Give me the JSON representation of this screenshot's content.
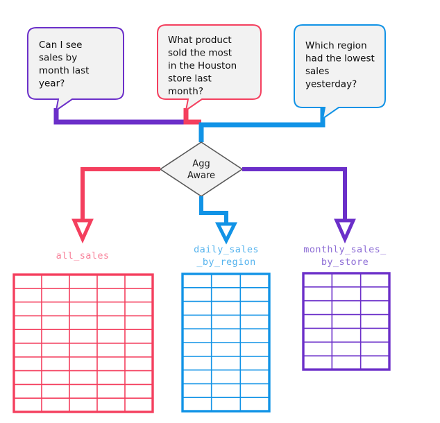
{
  "diagram": {
    "title": "Agg Aware query routing diagram",
    "background": "#ffffff",
    "decision": {
      "label_line1": "Agg",
      "label_line2": "Aware",
      "fill": "#f2f2f2",
      "stroke": "#595959"
    },
    "questions": [
      {
        "id": "question-month-sales",
        "lines": [
          "Can I see",
          "sales by",
          "month last",
          "year?"
        ],
        "color": "#6B2FC9",
        "fill": "#f2f2f2"
      },
      {
        "id": "question-houston-product",
        "lines": [
          "What product",
          "sold the most",
          "in the Houston",
          "store last",
          "month?"
        ],
        "color": "#F43F5E",
        "fill": "#f2f2f2"
      },
      {
        "id": "question-region-lowest",
        "lines": [
          "Which region",
          "had the lowest",
          "sales",
          "yesterday?"
        ],
        "color": "#1193E6",
        "fill": "#f2f2f2"
      }
    ],
    "tables": [
      {
        "id": "table-all-sales",
        "label_lines": [
          "all_sales"
        ],
        "color": "#F43F5E",
        "label_color": "#F8839B",
        "columns": 5,
        "rows": 10
      },
      {
        "id": "table-daily-sales-by-region",
        "label_lines": [
          "daily_sales",
          "_by_region"
        ],
        "color": "#1193E6",
        "label_color": "#57B4EE",
        "columns": 3,
        "rows": 10
      },
      {
        "id": "table-monthly-sales-by-store",
        "label_lines": [
          "monthly_sales_",
          "by_store"
        ],
        "color": "#6B2FC9",
        "label_color": "#8E6ED6",
        "columns": 3,
        "rows": 7
      }
    ],
    "edges": [
      {
        "id": "edge-question-1-to-decision",
        "color": "#6B2FC9"
      },
      {
        "id": "edge-question-2-to-decision",
        "color": "#F43F5E"
      },
      {
        "id": "edge-question-3-to-decision",
        "color": "#1193E6"
      },
      {
        "id": "edge-decision-to-all-sales",
        "color": "#F43F5E"
      },
      {
        "id": "edge-decision-to-daily-sales",
        "color": "#1193E6"
      },
      {
        "id": "edge-decision-to-monthly-sales",
        "color": "#6B2FC9"
      }
    ]
  }
}
